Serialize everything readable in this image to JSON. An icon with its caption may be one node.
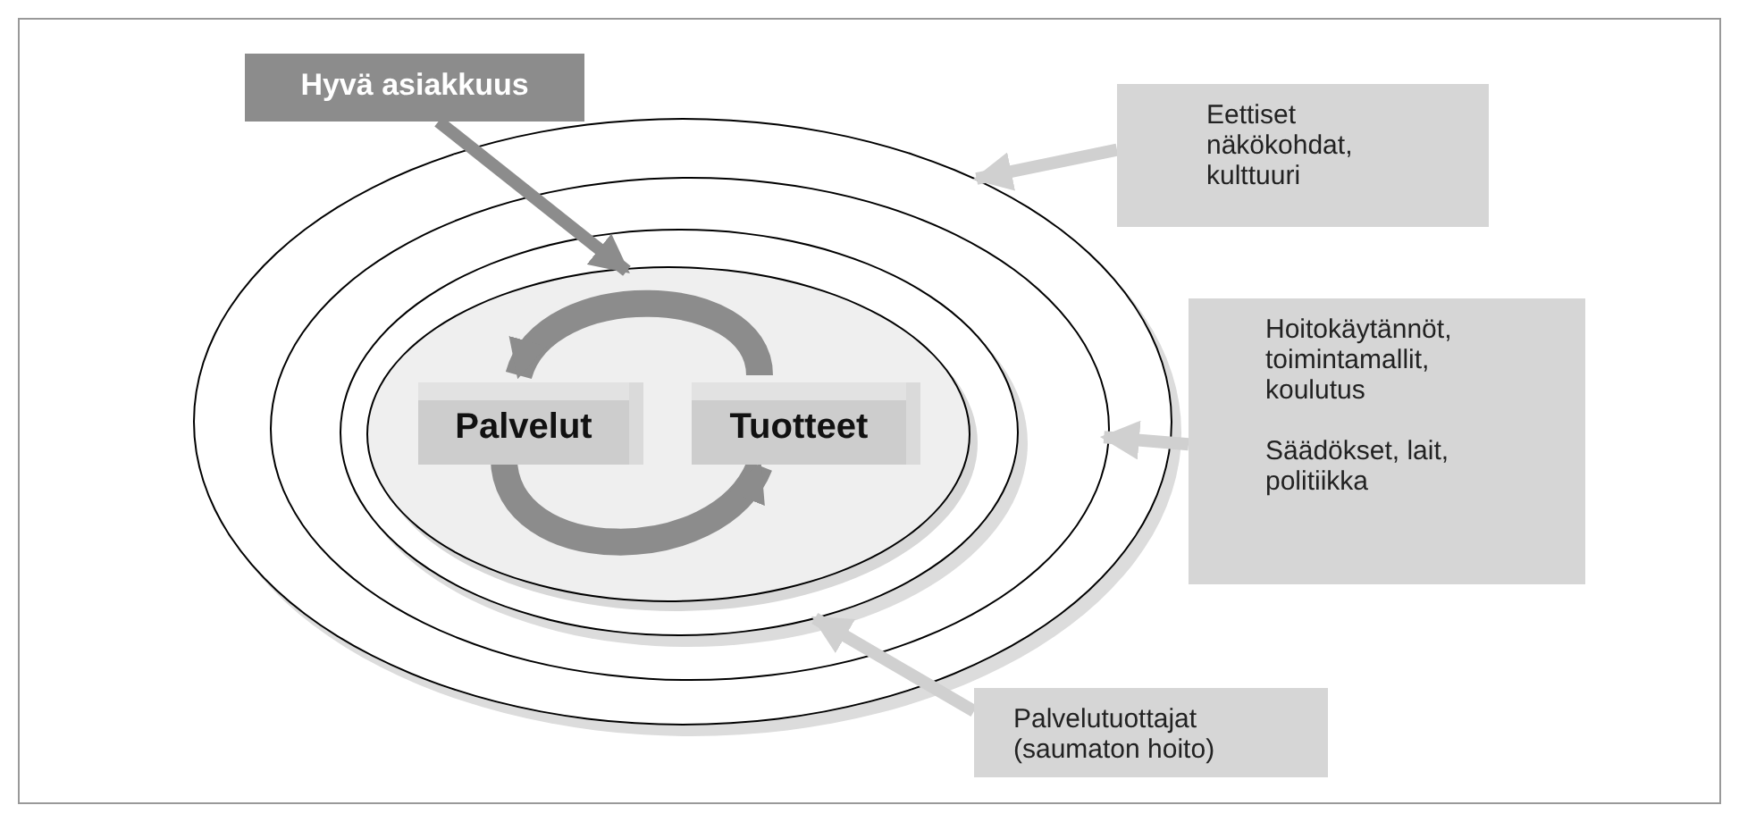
{
  "diagram": {
    "nodes": [
      {
        "text": [
          "Hyvä asiakkuus"
        ]
      },
      {
        "text": [
          "Eettiset näkökohdat, kulttuuri"
        ]
      },
      {
        "text": [],
        "shape": "ellipse"
      },
      {
        "text": [],
        "shape": "ellipse",
        "in": 2
      },
      {
        "text": [],
        "shape": "ellipse",
        "in": 3
      },
      {
        "text": [],
        "shape": "ellipse",
        "in": 4
      },
      {
        "text": [
          "Palvelut"
        ],
        "in": 5
      },
      {
        "text": [
          "Tuotteet"
        ],
        "in": 5
      },
      {
        "text": [
          "Hoitokäytännöt, toimintamallit, koulutus",
          "Säädökset, lait, politiikka"
        ]
      },
      {
        "text": [
          "Palvelutuottajat (saumaton hoito)"
        ]
      }
    ],
    "edges": [
      {
        "from": 0,
        "to": 5,
        "arrow": "to",
        "color": "#8c8c8c"
      },
      {
        "from": 1,
        "to": 2,
        "arrow": "to"
      },
      {
        "from": 8,
        "to": 3,
        "arrow": "to"
      },
      {
        "from": 9,
        "to": 4,
        "arrow": "to"
      },
      {
        "from": 7,
        "to": 6,
        "arrow": "to",
        "style": "thick",
        "color": "#8c8c8c"
      },
      {
        "from": 6,
        "to": 7,
        "arrow": "to",
        "style": "thick",
        "color": "#8c8c8c"
      }
    ]
  }
}
